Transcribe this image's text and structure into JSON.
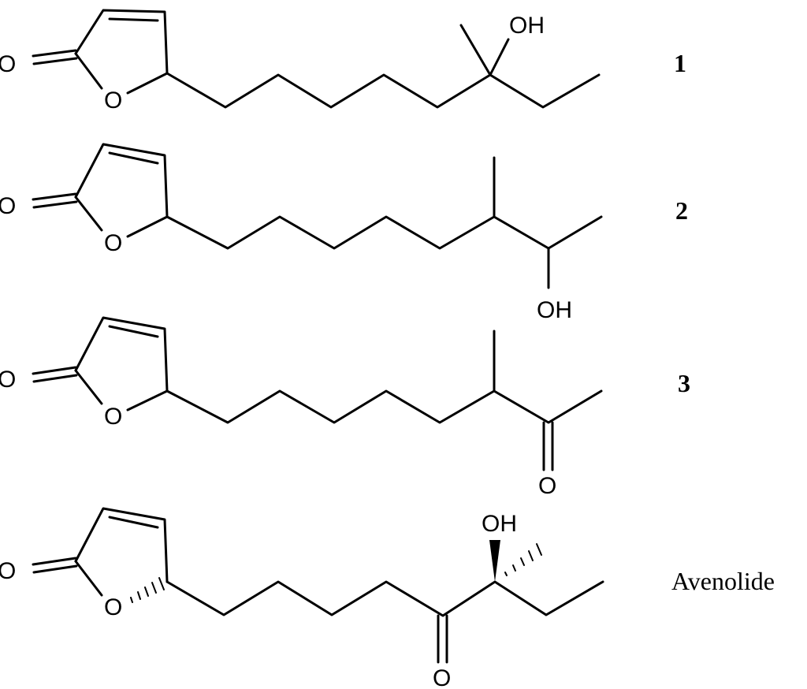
{
  "compounds": [
    {
      "label": "1",
      "atoms": {
        "ring_o": "O",
        "carbonyl_o": "O",
        "oh": "OH"
      }
    },
    {
      "label": "2",
      "atoms": {
        "ring_o": "O",
        "carbonyl_o": "O",
        "oh": "OH"
      }
    },
    {
      "label": "3",
      "atoms": {
        "ring_o": "O",
        "carbonyl_o": "O",
        "ketone_o": "O"
      }
    },
    {
      "label": "Avenolide",
      "atoms": {
        "ring_o": "O",
        "carbonyl_o": "O",
        "ketone_o": "O",
        "oh": "OH"
      }
    }
  ]
}
